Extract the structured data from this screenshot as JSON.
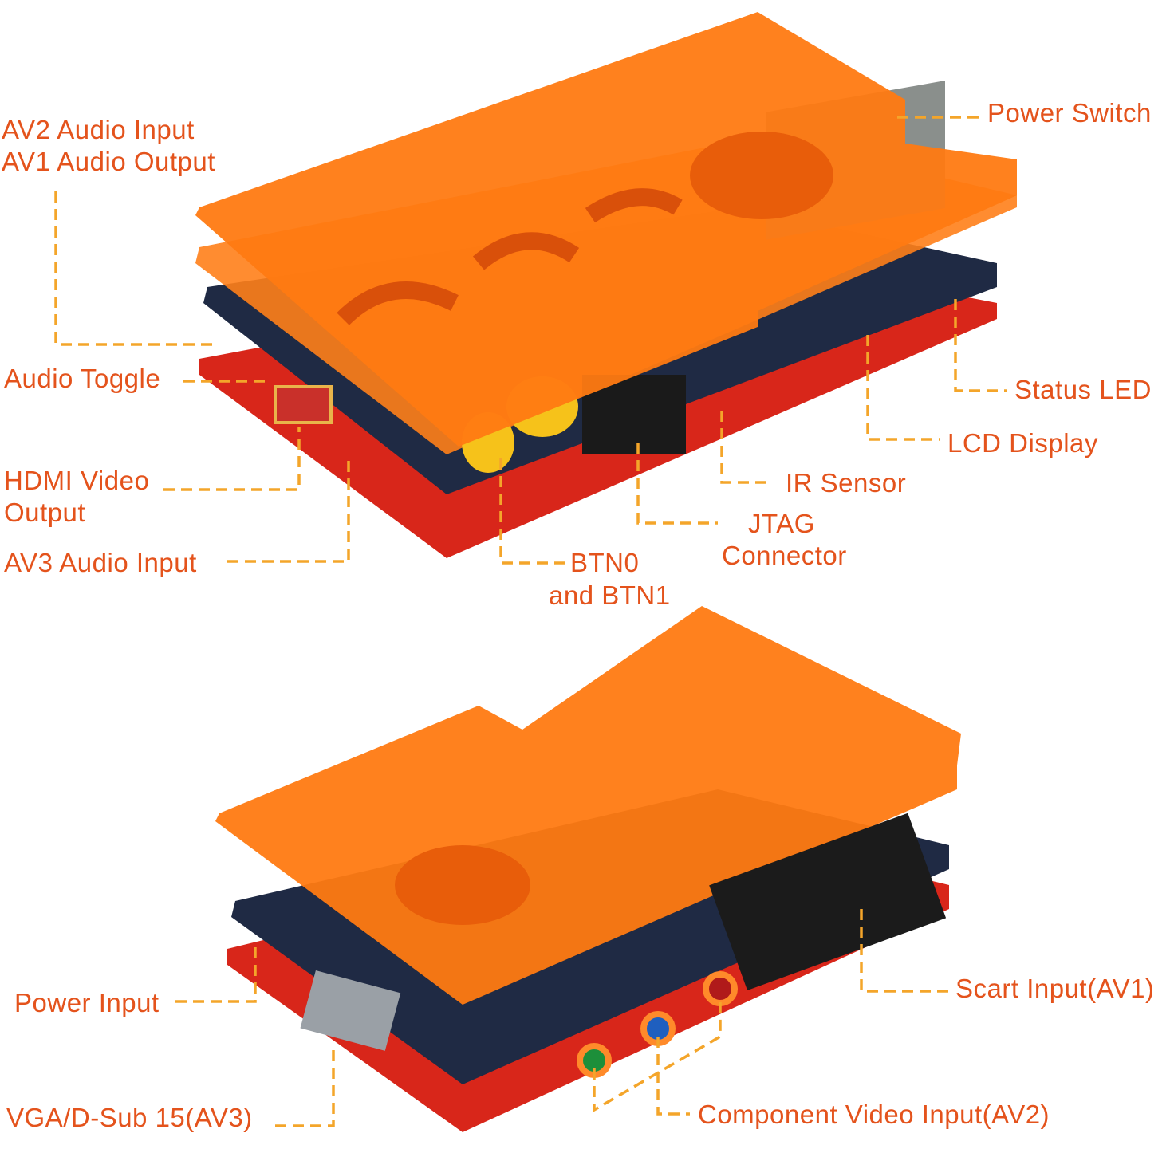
{
  "colors": {
    "label": "#e4531c",
    "leader": "#f4a52a",
    "acrylic": "#ff7a12",
    "acrylic_dark": "#e85d0a",
    "pcb": "#2a2f3a",
    "button": "#f6c21a"
  },
  "labels": {
    "av2_audio_input": "AV2 Audio Input",
    "av1_audio_output": "AV1 Audio Output",
    "power_switch": "Power Switch",
    "audio_toggle": "Audio Toggle",
    "status_led": "Status LED",
    "lcd_display": "LCD Display",
    "ir_sensor": "IR Sensor",
    "hdmi_line1": "HDMI Video",
    "hdmi_line2": "Output",
    "jtag_line1": "JTAG",
    "jtag_line2": "Connector",
    "av3_audio_input": "AV3 Audio Input",
    "btn_line1": "BTN0",
    "btn_line2": "and BTN1",
    "scart_input": "Scart Input(AV1)",
    "power_input": "Power Input",
    "vga_input": "VGA/D-Sub 15(AV3)",
    "component_input": "Component Video Input(AV2)"
  }
}
